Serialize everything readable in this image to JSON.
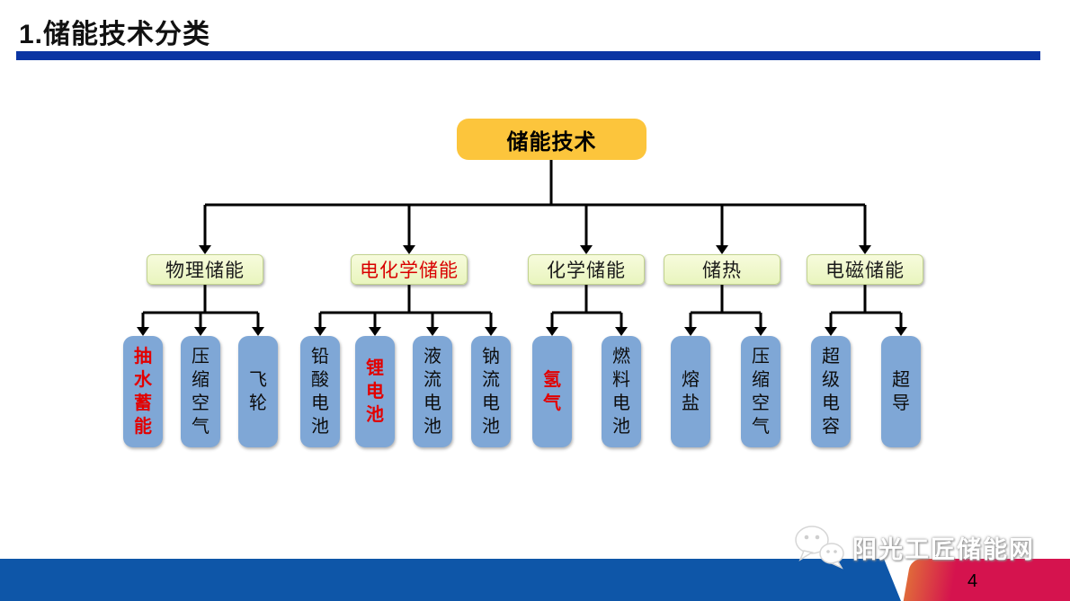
{
  "header": {
    "title": "1.储能技术分类"
  },
  "tree": {
    "root": {
      "label": "储能技术"
    },
    "groups": [
      {
        "label": "物理储能",
        "red": false,
        "children": [
          {
            "label": "抽水蓄能",
            "red": true
          },
          {
            "label": "压缩空气",
            "red": false
          },
          {
            "label": "飞轮",
            "red": false
          }
        ]
      },
      {
        "label": "电化学储能",
        "red": true,
        "children": [
          {
            "label": "铅酸电池",
            "red": false
          },
          {
            "label": "锂电池",
            "red": true
          },
          {
            "label": "液流电池",
            "red": false
          },
          {
            "label": "钠流电池",
            "red": false
          }
        ]
      },
      {
        "label": "化学储能",
        "red": false,
        "children": [
          {
            "label": "氢气",
            "red": true
          },
          {
            "label": "燃料电池",
            "red": false
          }
        ]
      },
      {
        "label": "储热",
        "red": false,
        "children": [
          {
            "label": "熔盐",
            "red": false
          },
          {
            "label": "压缩空气",
            "red": false
          }
        ]
      },
      {
        "label": "电磁储能",
        "red": false,
        "children": [
          {
            "label": "超级电容",
            "red": false
          },
          {
            "label": "超导",
            "red": false
          }
        ]
      }
    ]
  },
  "footer": {
    "page_number": "4",
    "watermark_text": "阳光工匠储能网",
    "watermark_icon": "wechat-icon"
  },
  "colors": {
    "title_rule": "#0B35A3",
    "root_bg": "#FCC53C",
    "branch_bg": "#EFF8C9",
    "leaf_bg": "#7FA7D6",
    "accent_red": "#D90000",
    "footer_blue": "#0E56A8",
    "footer_orange": "#E0693A",
    "footer_crimson": "#D5134E",
    "connector": "#000000"
  }
}
